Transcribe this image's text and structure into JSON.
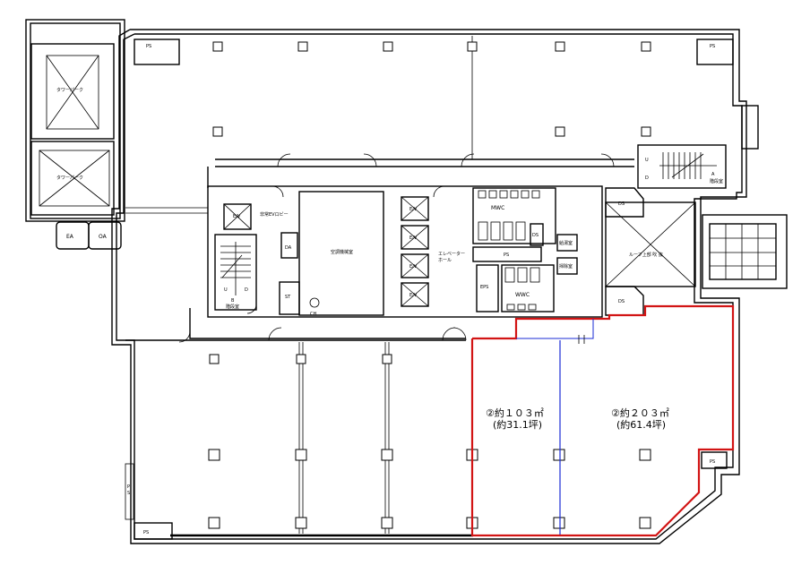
{
  "labels": {
    "ps_top_left": "PS",
    "ps_top_right": "PS",
    "ps_bottom_left": "PS",
    "ps_right": "PS",
    "ps_center": "PS",
    "tower_parking_1": "タワーパーク",
    "tower_parking_2": "タワーパーク",
    "ea": "EA",
    "oa": "OA",
    "ev_lobby": "非常EVロビー",
    "da": "DA",
    "mech_room": "空調機械室",
    "st": "ST",
    "ch": "CH",
    "elevator_hall": "エレベーター\nホール",
    "ev1": "E/V",
    "ev2": "E/V",
    "ev3": "E/V",
    "ev4": "E/V",
    "ev5": "E/V",
    "mwc": "MWC",
    "wwc": "WWC",
    "eps": "EPS",
    "ds_left": "DS",
    "ds_upper": "DS",
    "ds_lower": "DS",
    "storage1": "給湯室",
    "storage2": "掃除室",
    "rooftop_hatch": "ルーフ上部 吹 抜",
    "stair_u1": "U",
    "stair_d1": "D",
    "stair_a": "A",
    "stair_u2": "U",
    "stair_d2": "D",
    "stair_b": "B",
    "stair_room1": "階段室",
    "stair_room2": "階段室",
    "ps_vertical": "P\nS",
    "unit1_area": "②約１０３㎡",
    "unit1_tsubo": "(約31.1坪)",
    "unit2_area": "②約２０３㎡",
    "unit2_tsubo": "(約61.4坪)"
  },
  "colors": {
    "unit_outline": "#d21414",
    "unit_divider": "#1a2bd6",
    "wall": "#000000"
  }
}
